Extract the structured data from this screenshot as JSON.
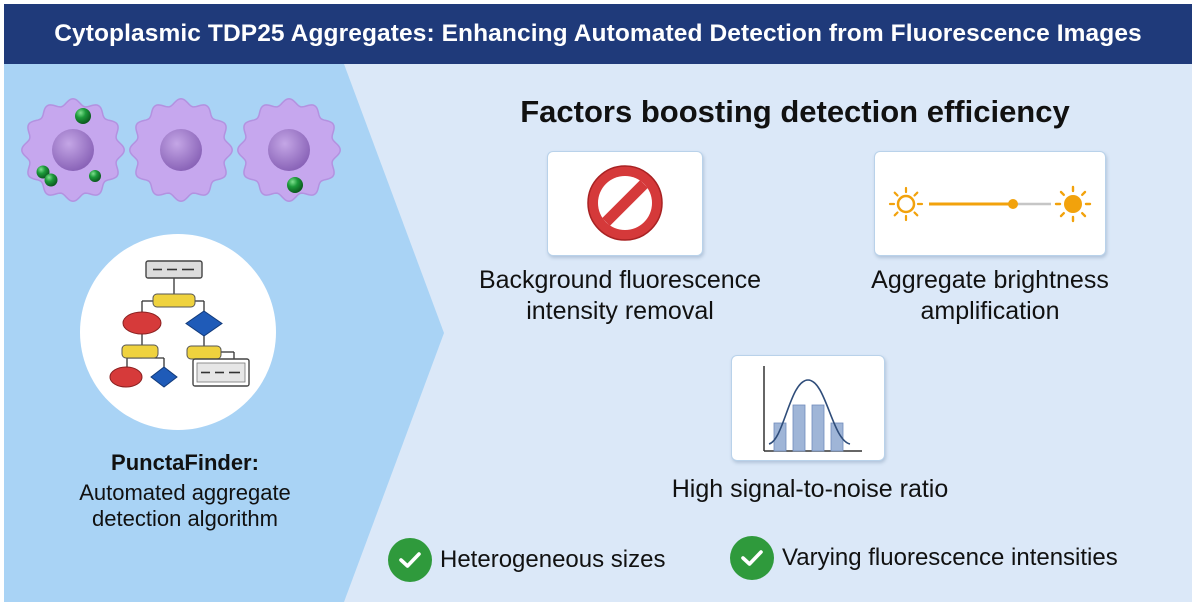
{
  "header": {
    "title": "Cytoplasmic TDP25 Aggregates: Enhancing Automated Detection from Fluorescence Images"
  },
  "left_panel": {
    "tool_name": "PunctaFinder:",
    "description": "Automated aggregate detection algorithm"
  },
  "main": {
    "title": "Factors boosting detection efficiency",
    "factors": [
      {
        "label": "Background fluorescence intensity removal",
        "icon": "prohibition-icon"
      },
      {
        "label": "Aggregate brightness amplification",
        "icon": "brightness-slider-icon"
      },
      {
        "label": "High signal-to-noise ratio",
        "icon": "histogram-curve-icon"
      }
    ],
    "checks": [
      {
        "label": "Heterogeneous sizes",
        "icon": "check-icon"
      },
      {
        "label": "Varying fluorescence intensities",
        "icon": "check-icon"
      }
    ]
  },
  "colors": {
    "header_bg": "#1f3a7a",
    "left_panel_bg": "#a9d3f5",
    "right_bg": "#dbe8f8",
    "cell_membrane": "#c6a7ee",
    "nucleus": "#9b77c4",
    "aggregate": "#1c9a3a",
    "prohibition_red": "#d5393a",
    "slider_orange": "#f2a20c",
    "histogram_bar": "#9fb5d7",
    "check_green": "#2f9a3c",
    "flow_red": "#d63a3a",
    "flow_blue": "#1f5bb8",
    "flow_yellow": "#efd23e"
  }
}
